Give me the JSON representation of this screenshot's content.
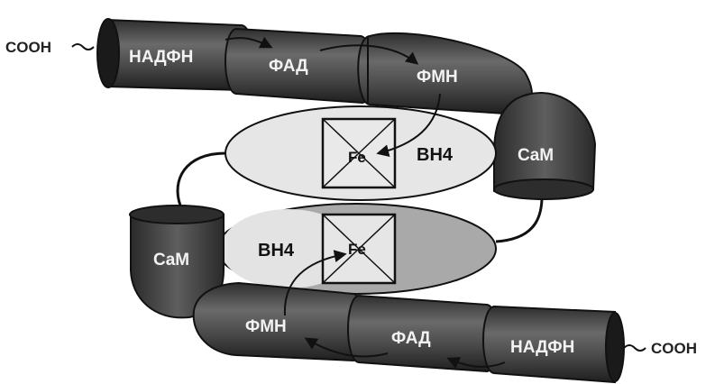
{
  "top_chain": {
    "cooh": "COOH",
    "nadph": "НАДФН",
    "fad": "ФАД",
    "fmn": "ФМН",
    "cam": "CaM"
  },
  "top_oval": {
    "fe": "Fe",
    "bh4": "BH4"
  },
  "bottom_oval": {
    "fe": "Fe",
    "bh4": "BH4"
  },
  "bottom_chain": {
    "cam": "CaM",
    "fmn": "ФМН",
    "fad": "ФАД",
    "nadph": "НАДФН",
    "cooh": "COOH"
  },
  "colors": {
    "cylinder": "#4a4a4a",
    "cylinder_dark": "#262626",
    "oval_light": "#e6e6e6",
    "oval_gray": "#a9a9a9",
    "outline": "#151515"
  }
}
